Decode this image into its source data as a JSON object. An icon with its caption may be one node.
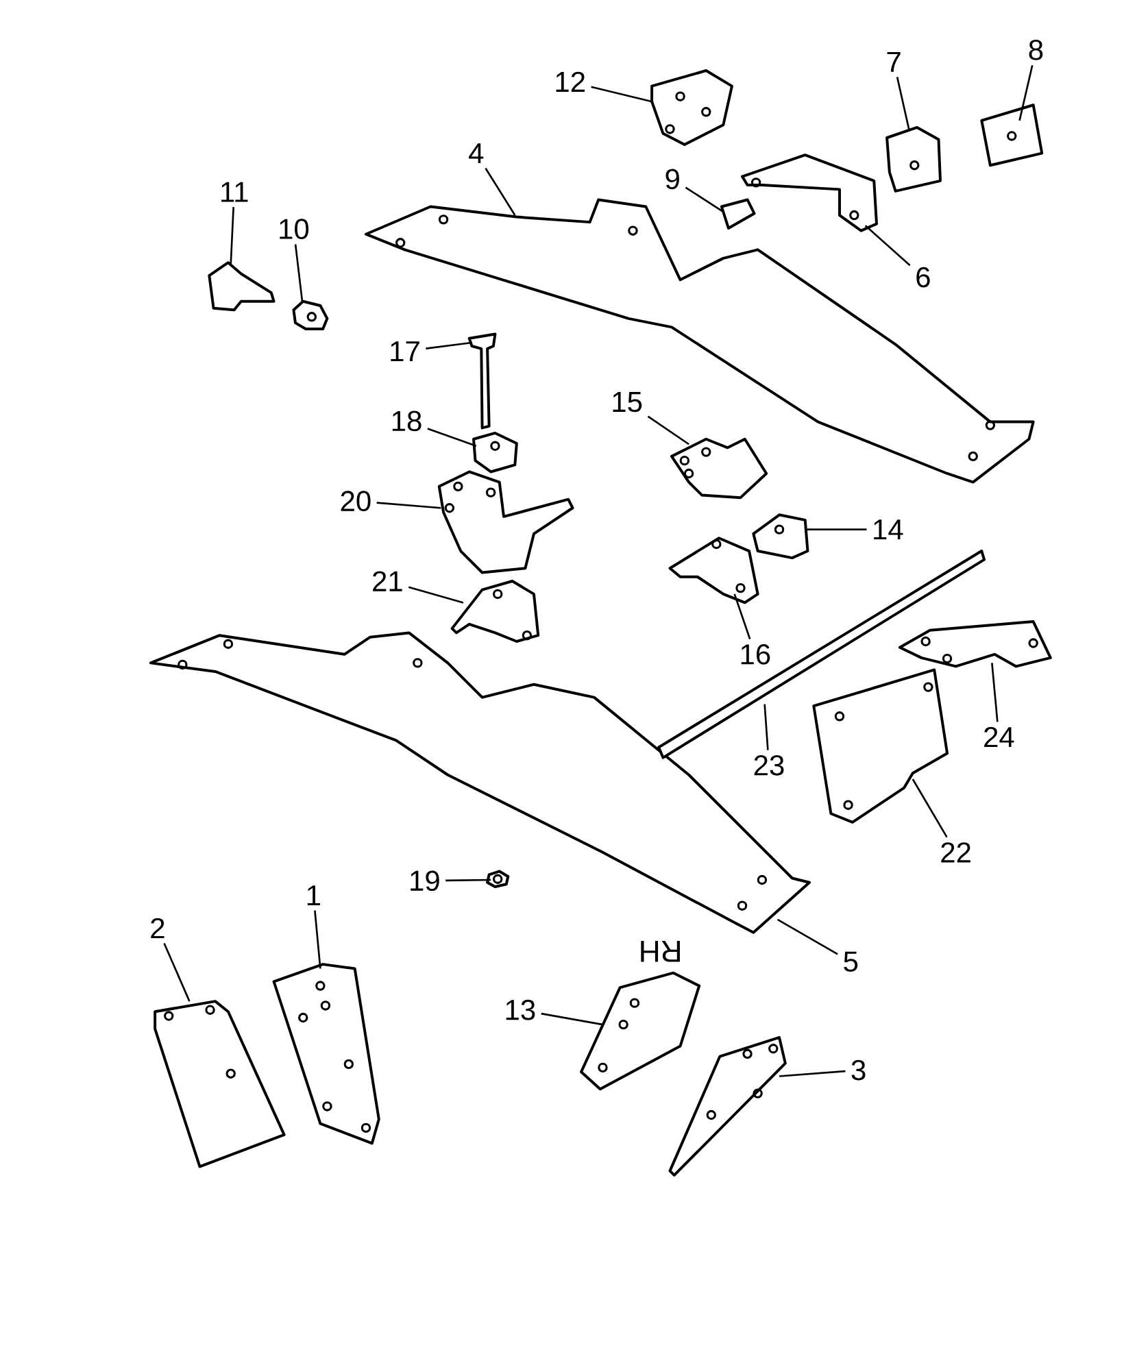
{
  "diagram": {
    "nodes": [
      {
        "text": [
          "1"
        ]
      },
      {
        "text": [
          "2"
        ]
      },
      {
        "text": [
          "3"
        ]
      },
      {
        "text": [
          "4"
        ]
      },
      {
        "text": [
          "5"
        ]
      },
      {
        "text": [
          "6"
        ]
      },
      {
        "text": [
          "7"
        ]
      },
      {
        "text": [
          "8"
        ]
      },
      {
        "text": [
          "9"
        ]
      },
      {
        "text": [
          "10"
        ]
      },
      {
        "text": [
          "11"
        ]
      },
      {
        "text": [
          "12"
        ]
      },
      {
        "text": [
          "13"
        ]
      },
      {
        "text": [
          "14"
        ]
      },
      {
        "text": [
          "15"
        ]
      },
      {
        "text": [
          "16"
        ]
      },
      {
        "text": [
          "17"
        ]
      },
      {
        "text": [
          "18"
        ]
      },
      {
        "text": [
          "19"
        ]
      },
      {
        "text": [
          "20"
        ]
      },
      {
        "text": [
          "21"
        ]
      },
      {
        "text": [
          "22"
        ]
      },
      {
        "text": [
          "23"
        ]
      },
      {
        "text": [
          "24"
        ]
      },
      {
        "text": [],
        "shape": "picture"
      },
      {
        "text": [],
        "shape": "picture"
      },
      {
        "text": [],
        "shape": "picture"
      },
      {
        "text": [],
        "shape": "picture"
      },
      {
        "text": [],
        "shape": "picture"
      },
      {
        "text": [],
        "shape": "picture"
      },
      {
        "text": [],
        "shape": "picture"
      },
      {
        "text": [],
        "shape": "picture"
      },
      {
        "text": [],
        "shape": "picture"
      },
      {
        "text": [],
        "shape": "picture"
      },
      {
        "text": [],
        "shape": "picture"
      },
      {
        "text": [],
        "shape": "picture"
      },
      {
        "text": [],
        "shape": "picture"
      },
      {
        "text": [],
        "shape": "picture"
      },
      {
        "text": [],
        "shape": "picture"
      },
      {
        "text": [],
        "shape": "picture"
      },
      {
        "text": [],
        "shape": "picture"
      },
      {
        "text": [],
        "shape": "picture"
      },
      {
        "text": [],
        "shape": "picture"
      },
      {
        "text": [],
        "shape": "picture"
      },
      {
        "text": [],
        "shape": "picture"
      },
      {
        "text": [],
        "shape": "picture"
      },
      {
        "text": [],
        "shape": "picture"
      },
      {
        "text": [],
        "shape": "picture"
      }
    ],
    "edges": [
      {
        "from": 0,
        "to": 24,
        "arrow": "none"
      },
      {
        "from": 1,
        "to": 25,
        "arrow": "none"
      },
      {
        "from": 2,
        "to": 26,
        "arrow": "none"
      },
      {
        "from": 3,
        "to": 27,
        "arrow": "none"
      },
      {
        "from": 4,
        "to": 28,
        "arrow": "none"
      },
      {
        "from": 5,
        "to": 29,
        "arrow": "none"
      },
      {
        "from": 6,
        "to": 30,
        "arrow": "none"
      },
      {
        "from": 7,
        "to": 31,
        "arrow": "none"
      },
      {
        "from": 8,
        "to": 32,
        "arrow": "none"
      },
      {
        "from": 9,
        "to": 33,
        "arrow": "none"
      },
      {
        "from": 10,
        "to": 34,
        "arrow": "none"
      },
      {
        "from": 11,
        "to": 35,
        "arrow": "none"
      },
      {
        "from": 12,
        "to": 36,
        "arrow": "none"
      },
      {
        "from": 13,
        "to": 37,
        "arrow": "none"
      },
      {
        "from": 14,
        "to": 38,
        "arrow": "none"
      },
      {
        "from": 15,
        "to": 39,
        "arrow": "none"
      },
      {
        "from": 16,
        "to": 40,
        "arrow": "none"
      },
      {
        "from": 17,
        "to": 41,
        "arrow": "none"
      },
      {
        "from": 18,
        "to": 42,
        "arrow": "none"
      },
      {
        "from": 19,
        "to": 43,
        "arrow": "none"
      },
      {
        "from": 20,
        "to": 44,
        "arrow": "none"
      },
      {
        "from": 21,
        "to": 45,
        "arrow": "none"
      },
      {
        "from": 22,
        "to": 46,
        "arrow": "none"
      },
      {
        "from": 23,
        "to": 47,
        "arrow": "none"
      }
    ],
    "labels": [
      "RH"
    ]
  }
}
